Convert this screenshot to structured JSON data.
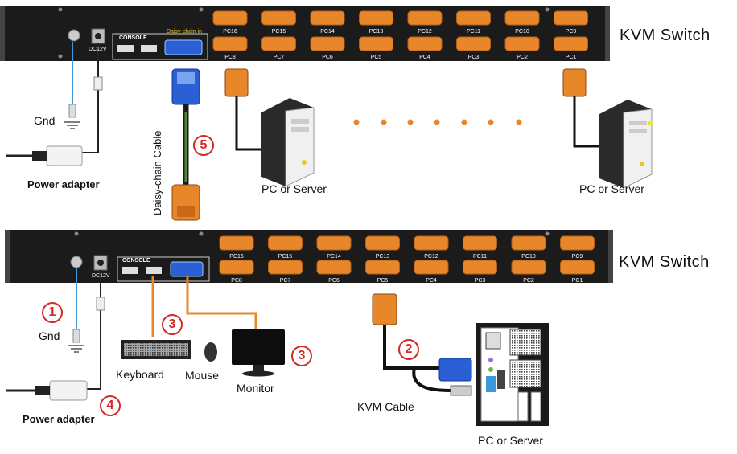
{
  "switch_top": {
    "title": "KVM Switch",
    "console_label": "CONSOLE",
    "daisy_label": "Daisy-chain in",
    "dc_label": "DC12V",
    "ports_top": [
      "PC16",
      "PC15",
      "PC14",
      "PC13",
      "PC12",
      "PC11",
      "PC10",
      "PC9"
    ],
    "ports_bottom": [
      "PC8",
      "PC7",
      "PC6",
      "PC5",
      "PC4",
      "PC3",
      "PC2",
      "PC1"
    ]
  },
  "switch_bottom": {
    "title": "KVM Switch",
    "console_label": "CONSOLE",
    "dc_label": "DC12V",
    "ports_top": [
      "PC16",
      "PC15",
      "PC14",
      "PC13",
      "PC12",
      "PC11",
      "PC10",
      "PC9"
    ],
    "ports_bottom": [
      "PC8",
      "PC7",
      "PC6",
      "PC5",
      "PC4",
      "PC3",
      "PC2",
      "PC1"
    ]
  },
  "labels": {
    "gnd_top": "Gnd",
    "power_top": "Power adapter",
    "daisy_cable": "Daisy-chain Cable",
    "pc_server_1": "PC or Server",
    "pc_server_2": "PC or Server",
    "gnd_bottom": "Gnd",
    "power_bottom": "Power adapter",
    "keyboard": "Keyboard",
    "mouse": "Mouse",
    "monitor": "Monitor",
    "kvm_cable": "KVM Cable",
    "pc_server_3": "PC or Server"
  },
  "steps": [
    "1",
    "2",
    "3",
    "3",
    "4",
    "5"
  ],
  "colors": {
    "panel": "#1b1b1b",
    "port": "#e8862a",
    "port_dark": "#b5601a",
    "vga_blue": "#2a5fd6",
    "step_red": "#d32a25",
    "cable_orange": "#e8862a",
    "gnd_cable": "#3a9ad9"
  }
}
